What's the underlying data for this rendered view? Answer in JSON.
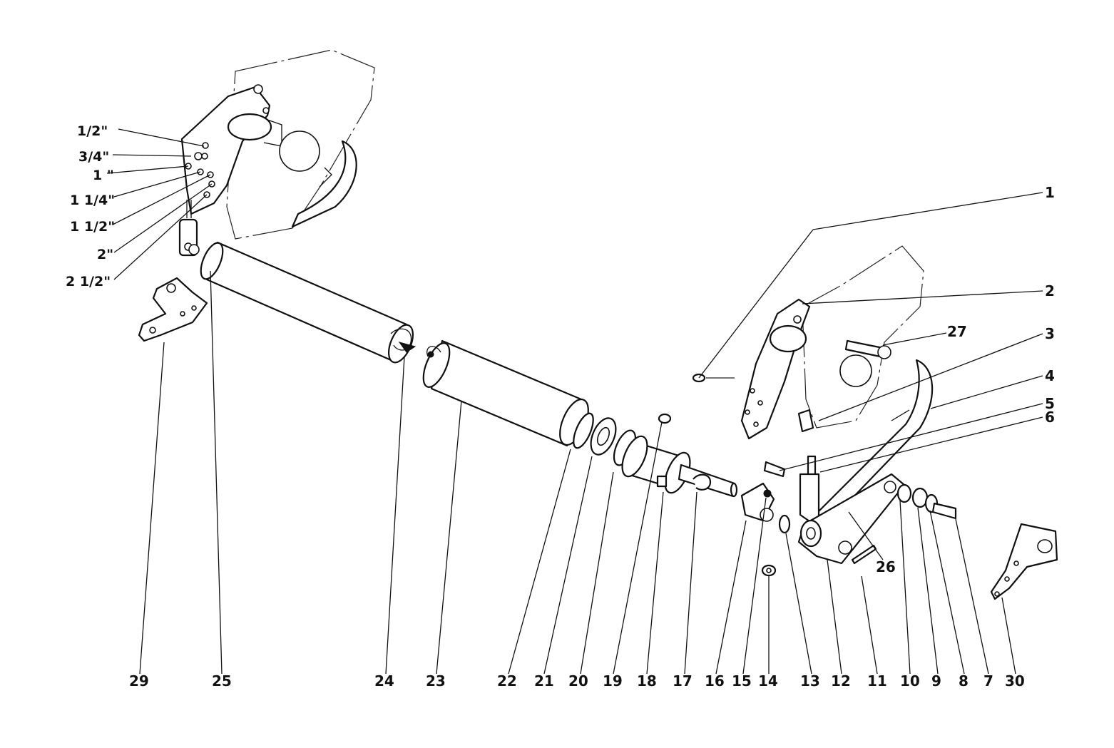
{
  "parts": [
    {
      "no": "1"
    },
    {
      "no": "2"
    },
    {
      "no": "3"
    },
    {
      "no": "4"
    },
    {
      "no": "5"
    },
    {
      "no": "6"
    },
    {
      "no": "27"
    },
    {
      "no": "26"
    },
    {
      "no": "29"
    },
    {
      "no": "25"
    },
    {
      "no": "24"
    },
    {
      "no": "23"
    },
    {
      "no": "22"
    },
    {
      "no": "21"
    },
    {
      "no": "20"
    },
    {
      "no": "19"
    },
    {
      "no": "18"
    },
    {
      "no": "17"
    },
    {
      "no": "16"
    },
    {
      "no": "15"
    },
    {
      "no": "14"
    },
    {
      "no": "13"
    },
    {
      "no": "12"
    },
    {
      "no": "11"
    },
    {
      "no": "10"
    },
    {
      "no": "9"
    },
    {
      "no": "8"
    },
    {
      "no": "7"
    },
    {
      "no": "30"
    }
  ],
  "height_settings": [
    "1/2\"",
    "3/4\"",
    "1 \"",
    "1 1/4\"",
    "1 1/2\"",
    "2\"",
    "2 1/2\""
  ]
}
